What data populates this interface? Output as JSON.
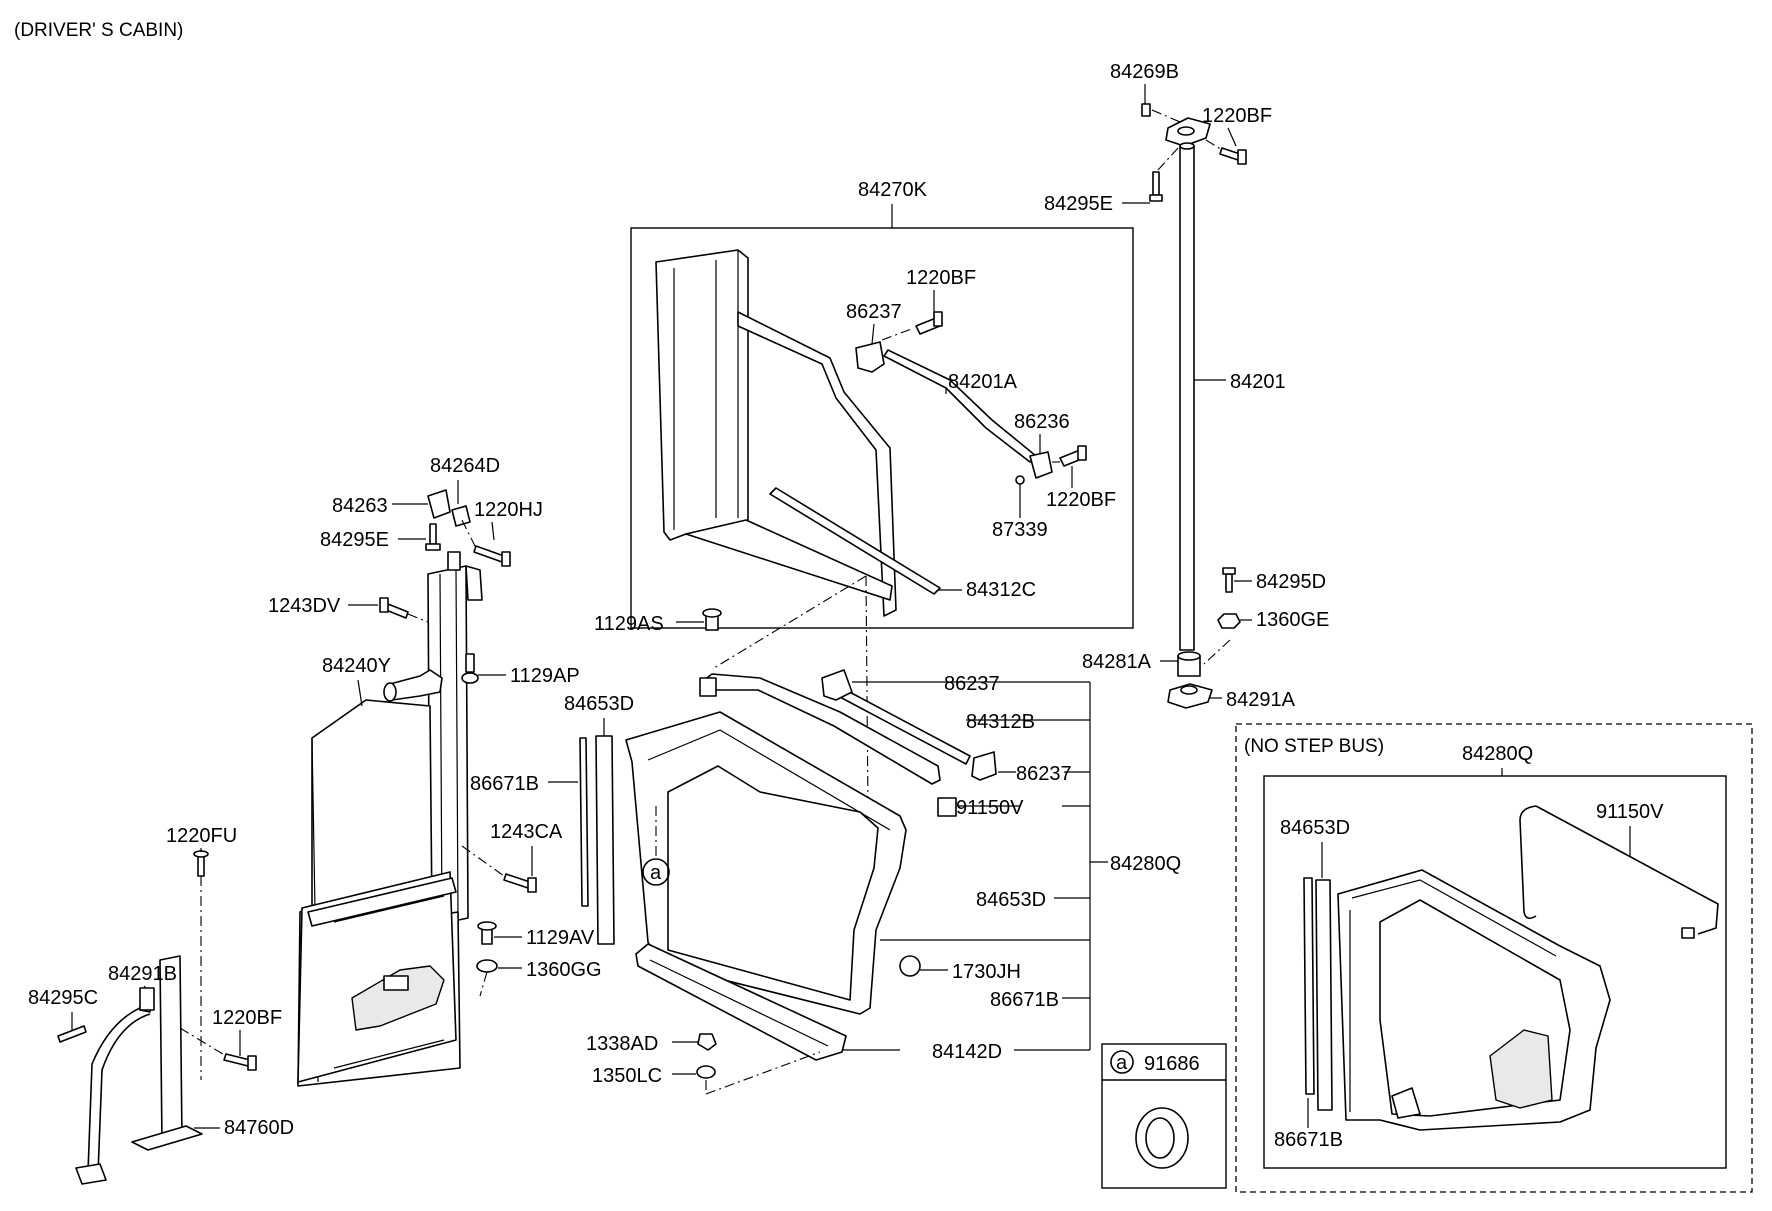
{
  "title": "(DRIVER' S CABIN)",
  "colors": {
    "line": "#000000",
    "background": "#ffffff",
    "part_fill": "#ffffff"
  },
  "labels": {
    "p84269B": "84269B",
    "p1220BF_top": "1220BF",
    "p84295E_top": "84295E",
    "p84201": "84201",
    "p84270K": "84270K",
    "p1220BF_a": "1220BF",
    "p86237_a": "86237",
    "p84201A": "84201A",
    "p86236": "86236",
    "p87339": "87339",
    "p1220BF_b": "1220BF",
    "p84312C": "84312C",
    "p84295D": "84295D",
    "p1360GE": "1360GE",
    "p84281A": "84281A",
    "p84291A": "84291A",
    "p84264D": "84264D",
    "p84263": "84263",
    "p1220HJ": "1220HJ",
    "p84295E_left": "84295E",
    "p1243DV": "1243DV",
    "p84240Y": "84240Y",
    "p1129AP": "1129AP",
    "p1129AS": "1129AS",
    "p84653D_a": "84653D",
    "p86671B_a": "86671B",
    "p1243CA": "1243CA",
    "p1220FU": "1220FU",
    "p84291B": "84291B",
    "p84295C": "84295C",
    "p1220BF_c": "1220BF",
    "p84760D": "84760D",
    "p1129AV": "1129AV",
    "p1360GG": "1360GG",
    "p86237_b": "86237",
    "p84312B": "84312B",
    "p86237_c": "86237",
    "p91150V_a": "91150V",
    "p84280Q_a": "84280Q",
    "p84653D_b": "84653D",
    "p1730JH": "1730JH",
    "p86671B_b": "86671B",
    "p84142D": "84142D",
    "p1338AD": "1338AD",
    "p1350LC": "1350LC",
    "p91686": "91686",
    "callout_a": "a",
    "no_step_bus": "(NO STEP BUS)",
    "p84280Q_b": "84280Q",
    "p84653D_c": "84653D",
    "p91150V_b": "91150V",
    "p86671B_c": "86671B"
  }
}
